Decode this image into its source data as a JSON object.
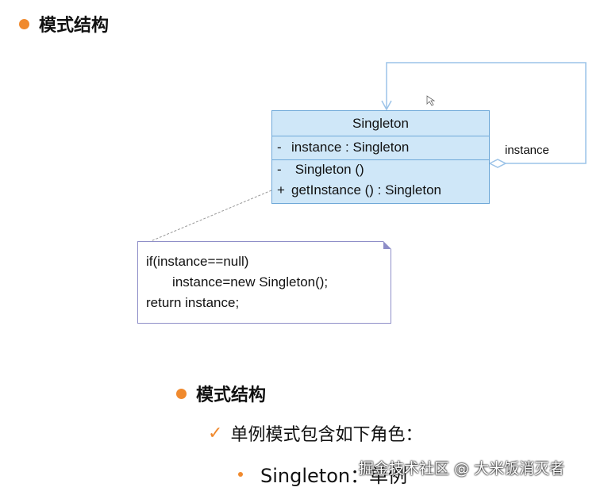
{
  "heading_top": "模式结构",
  "uml_class": {
    "name": "Singleton",
    "attributes": [
      {
        "visibility": "-",
        "text": "instance  : Singleton"
      }
    ],
    "operations": [
      {
        "visibility": "-",
        "text": " Singleton ()"
      },
      {
        "visibility": "+",
        "text": "getInstance ()  : Singleton"
      }
    ]
  },
  "association_label": "instance",
  "note_lines": [
    "if(instance==null)",
    "       instance=new Singleton();",
    "return instance;"
  ],
  "heading_mid": "模式结构",
  "check_line": "单例模式包含如下角色：",
  "sub_item": "Singleton：单例",
  "watermark": "掘金技术社区 @ 大米饭消灭者",
  "colors": {
    "bullet": "#f08a2e",
    "uml_fill": "#cfe7f8",
    "uml_border": "#6ea8d8",
    "note_border": "#8e8ec8"
  }
}
